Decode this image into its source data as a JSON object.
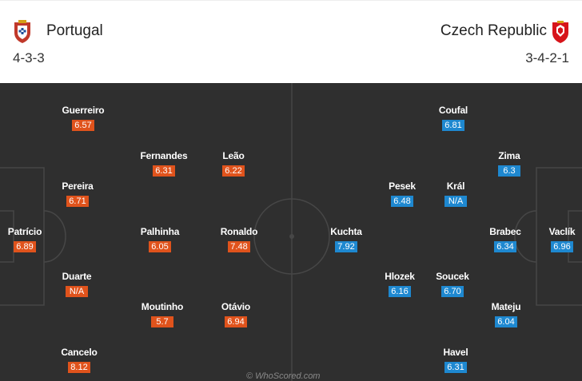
{
  "home": {
    "name": "Portugal",
    "formation": "4-3-3",
    "crest": "portugal-crest",
    "color": "#e0531c",
    "players": [
      {
        "name": "Patrício",
        "rating": "6.89"
      },
      {
        "name": "Guerreiro",
        "rating": "6.57"
      },
      {
        "name": "Pereira",
        "rating": "6.71"
      },
      {
        "name": "Duarte",
        "rating": "N/A"
      },
      {
        "name": "Cancelo",
        "rating": "8.12"
      },
      {
        "name": "Fernandes",
        "rating": "6.31"
      },
      {
        "name": "Palhinha",
        "rating": "6.05"
      },
      {
        "name": "Moutinho",
        "rating": "5.7"
      },
      {
        "name": "Leão",
        "rating": "6.22"
      },
      {
        "name": "Ronaldo",
        "rating": "7.48"
      },
      {
        "name": "Otávio",
        "rating": "6.94"
      }
    ]
  },
  "away": {
    "name": "Czech Republic",
    "formation": "3-4-2-1",
    "crest": "czech-crest",
    "color": "#1e88d0",
    "players": [
      {
        "name": "Vaclík",
        "rating": "6.96"
      },
      {
        "name": "Zima",
        "rating": "6.3"
      },
      {
        "name": "Brabec",
        "rating": "6.34"
      },
      {
        "name": "Mateju",
        "rating": "6.04"
      },
      {
        "name": "Coufal",
        "rating": "6.81"
      },
      {
        "name": "Král",
        "rating": "N/A"
      },
      {
        "name": "Soucek",
        "rating": "6.70"
      },
      {
        "name": "Havel",
        "rating": "6.31"
      },
      {
        "name": "Pesek",
        "rating": "6.48"
      },
      {
        "name": "Hlozek",
        "rating": "6.16"
      },
      {
        "name": "Kuchta",
        "rating": "7.92"
      }
    ]
  },
  "credit": "© WhoScored.com"
}
